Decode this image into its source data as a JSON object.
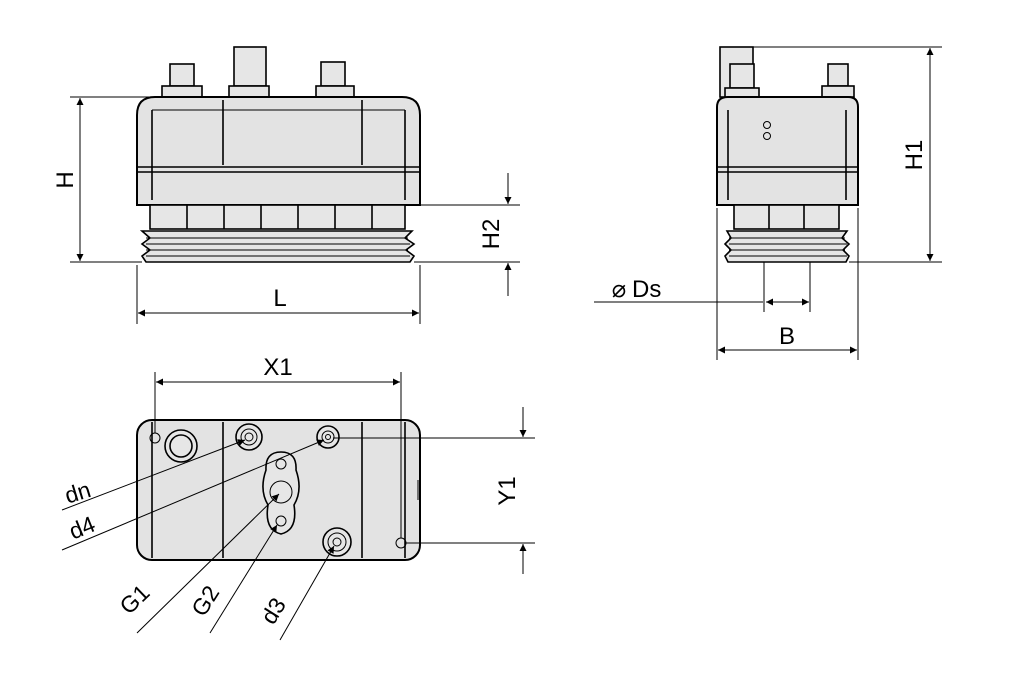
{
  "front_view": {
    "dim_height": "H",
    "dim_length": "L",
    "dim_cup_height": "H2"
  },
  "side_view": {
    "dim_total_height": "H1",
    "dim_width": "B",
    "dim_cup_diameter": "Ds",
    "diameter_symbol": "⌀"
  },
  "top_view": {
    "dim_x_spacing": "X1",
    "dim_y_spacing": "Y1",
    "port_dn": "dn",
    "port_d4": "d4",
    "port_g1": "G1",
    "port_g2": "G2",
    "port_d3": "d3"
  }
}
